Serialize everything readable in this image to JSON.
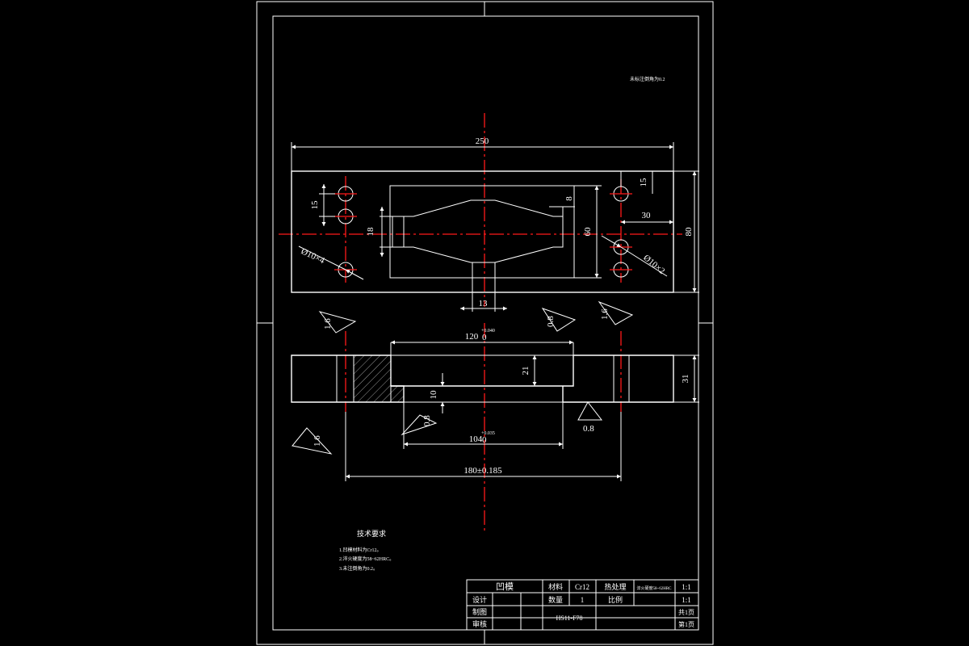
{
  "drawing": {
    "note_top_right": "未标注倒角为0.2",
    "dims": {
      "length_total": "250",
      "height_total": "80",
      "hole_spacing_left": "15",
      "hole_spacing_right": "15",
      "hole_offset_right": "30",
      "slot_width_left": "18",
      "slot_height": "60",
      "slot_step": "8",
      "slot_bottom_width": "13",
      "hole_left_callout": "Ø10×4",
      "hole_right_callout": "Ø10×2",
      "section_top_width": "120",
      "section_top_tol": "+0.040",
      "section_top_tol_low": "0",
      "section_depth": "21",
      "section_step": "10",
      "section_thickness": "31",
      "section_bottom_width": "104",
      "section_bottom_tol": "+0.035",
      "section_bottom_tol_low": "0",
      "hole_center_distance": "180±0.185",
      "rough_1": "1.6",
      "rough_2": "0.8",
      "rough_3": "1.6",
      "rough_4": "0.8",
      "rough_5": "0.8",
      "rough_6": "1.6"
    },
    "tech_req": {
      "title": "技术要求",
      "lines": [
        "1.凹模材料为Cr12。",
        "2.淬火硬度为58~62HRC。",
        "3.未注倒角为0.2。"
      ]
    },
    "title_block": {
      "part_name": "凹模",
      "material_label": "材料",
      "material_value": "Cr12",
      "heat_label": "热处理",
      "heat_value": "淬火硬度58~62HRC",
      "scale_top": "1:1",
      "design_label": "设计",
      "quantity_label": "数量",
      "quantity_value": "1",
      "ratio_label": "比例",
      "scale_bottom": "1:1",
      "drawing_label": "制图",
      "drawing_no": "HS11-F78",
      "total_sheets": "共1页",
      "check_label": "审核",
      "sheet_no": "第1页"
    }
  }
}
